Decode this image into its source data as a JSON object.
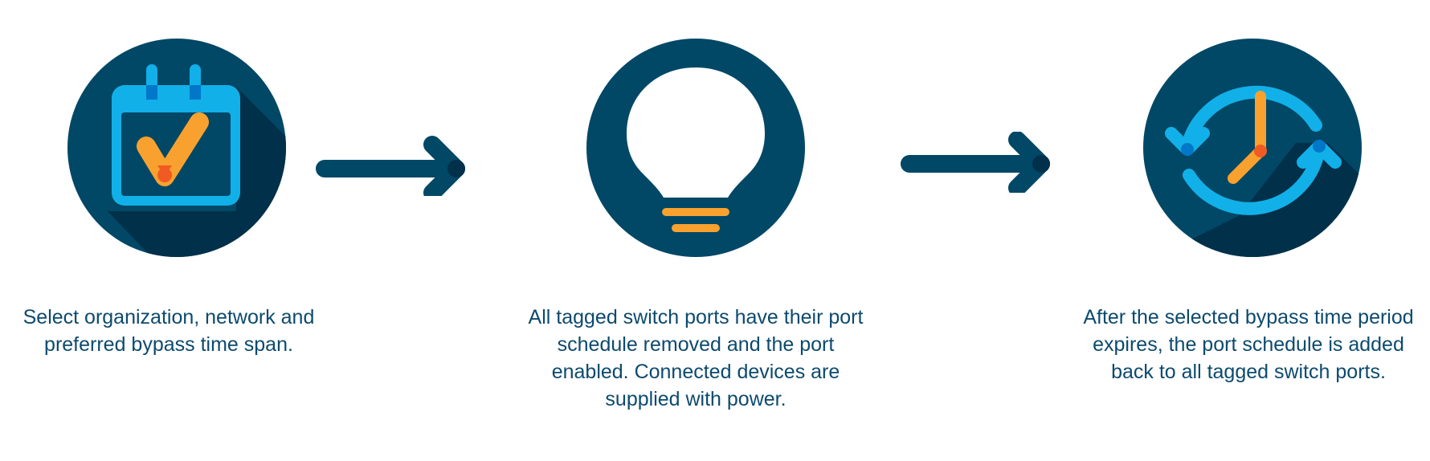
{
  "colors": {
    "circle": "#004866",
    "shadow": "#00304a",
    "accent_blue": "#12b0e8",
    "accent_blue_dark": "#0077c8",
    "accent_orange": "#f9a12f",
    "accent_orange_dark": "#f15a22",
    "text": "#0c4a6e"
  },
  "steps": [
    {
      "icon": "calendar-check-icon",
      "caption": "Select organization, network and preferred bypass time span."
    },
    {
      "icon": "lightbulb-icon",
      "caption": "All tagged switch ports have their port schedule removed and the port enabled. Connected devices are supplied with power."
    },
    {
      "icon": "clock-refresh-icon",
      "caption": "After the selected bypass time period expires, the port schedule is added back to all tagged switch ports."
    }
  ],
  "connectors": [
    "arrow-right-icon",
    "arrow-right-icon"
  ]
}
